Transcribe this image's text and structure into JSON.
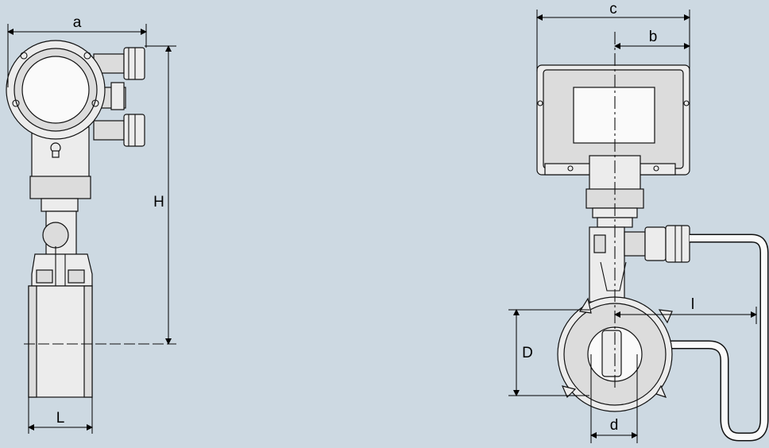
{
  "left_view": {
    "labels": {
      "a": "a",
      "H": "H",
      "L": "L"
    }
  },
  "right_view": {
    "labels": {
      "c": "c",
      "b": "b",
      "l": "l",
      "D": "D",
      "d": "d"
    }
  },
  "colors": {
    "background": "#cdd9e2",
    "line": "#111111",
    "body_fill": "#ececec"
  }
}
